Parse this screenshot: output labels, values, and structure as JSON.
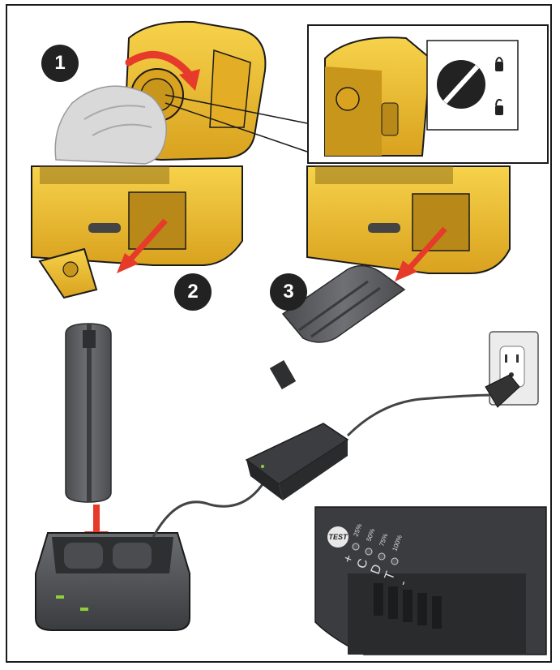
{
  "steps": [
    "1",
    "2",
    "3"
  ],
  "charger_panel": {
    "test_label": "TEST",
    "levels": [
      "25%",
      "50%",
      "75%",
      "100%"
    ],
    "symbols": [
      "+",
      "C",
      "D",
      "T",
      "-"
    ]
  },
  "colors": {
    "housing_yellow": "#f2c230",
    "housing_shadow": "#c8961a",
    "battery_gray": "#5e6063",
    "arrow_red": "#e63a2a",
    "outline": "#1a1a1a"
  }
}
